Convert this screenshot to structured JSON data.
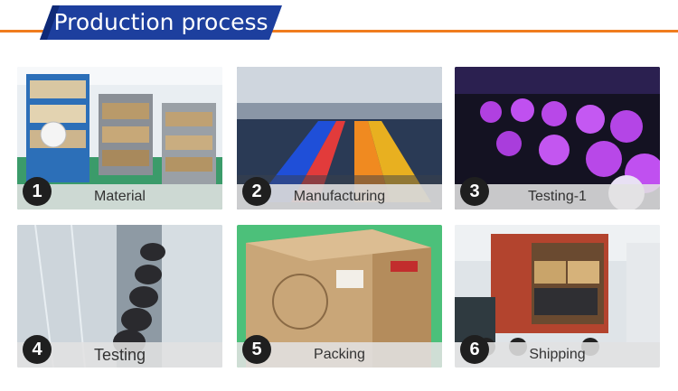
{
  "header": {
    "title": "Production process"
  },
  "steps": [
    {
      "number": "1",
      "label": "Material"
    },
    {
      "number": "2",
      "label": "Manufacturing"
    },
    {
      "number": "3",
      "label": "Testing-1"
    },
    {
      "number": "4",
      "label": "Testing"
    },
    {
      "number": "5",
      "label": "Packing"
    },
    {
      "number": "6",
      "label": "Shipping"
    }
  ],
  "colors": {
    "accent_orange": "#f07c1e",
    "banner_blue": "#1d3f9e",
    "badge": "#1f1f1f"
  }
}
